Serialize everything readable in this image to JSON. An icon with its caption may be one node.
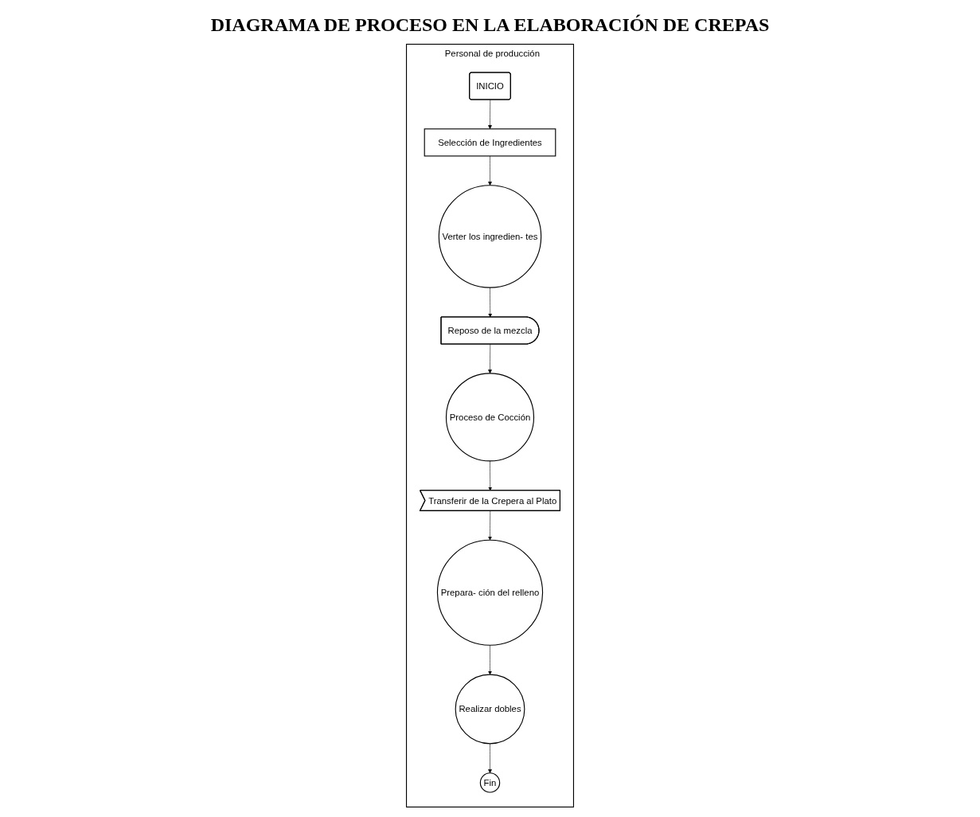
{
  "diagram": {
    "title": "DIAGRAMA DE PROCESO EN LA ELABORACIÓN DE CREPAS",
    "nodes": [
      {
        "text": [
          "Personal de producción"
        ]
      },
      {
        "text": [
          "INICIO"
        ],
        "in": 0
      },
      {
        "text": [
          "Selección de Ingredientes"
        ],
        "in": 0
      },
      {
        "text": [
          "Verter los ingredien- tes"
        ],
        "in": 0
      },
      {
        "text": [
          "Reposo de la mezcla"
        ],
        "in": 0
      },
      {
        "text": [
          "Proceso de Cocción"
        ],
        "in": 0
      },
      {
        "text": [
          "Transferir de la Crepera al Plato"
        ],
        "in": 0
      },
      {
        "text": [
          "Prepara- ción del relleno"
        ],
        "in": 0
      },
      {
        "text": [
          "Realizar dobles"
        ],
        "in": 0
      },
      {
        "text": [
          "Fin"
        ],
        "in": 0
      }
    ],
    "edges": [
      {
        "from": 1,
        "to": 2,
        "arrow": "to"
      },
      {
        "from": 2,
        "to": 3,
        "arrow": "to"
      },
      {
        "from": 3,
        "to": 4,
        "arrow": "to"
      },
      {
        "from": 4,
        "to": 5,
        "arrow": "to"
      },
      {
        "from": 5,
        "to": 6,
        "arrow": "to"
      },
      {
        "from": 6,
        "to": 7,
        "arrow": "to"
      },
      {
        "from": 7,
        "to": 8,
        "arrow": "to"
      },
      {
        "from": 8,
        "to": 9,
        "arrow": "to"
      }
    ]
  }
}
